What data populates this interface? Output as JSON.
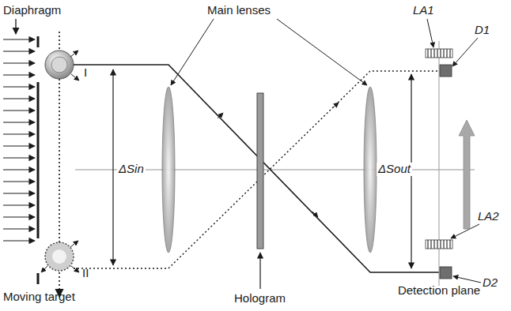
{
  "diagram": {
    "labels": [
      "Diaphragm",
      "Main lenses",
      "LA1",
      "D1",
      "I",
      "ΔSin",
      "ΔSout",
      "LA2",
      "D2",
      "II",
      "Moving target",
      "Hologram",
      "Detection plane"
    ]
  }
}
